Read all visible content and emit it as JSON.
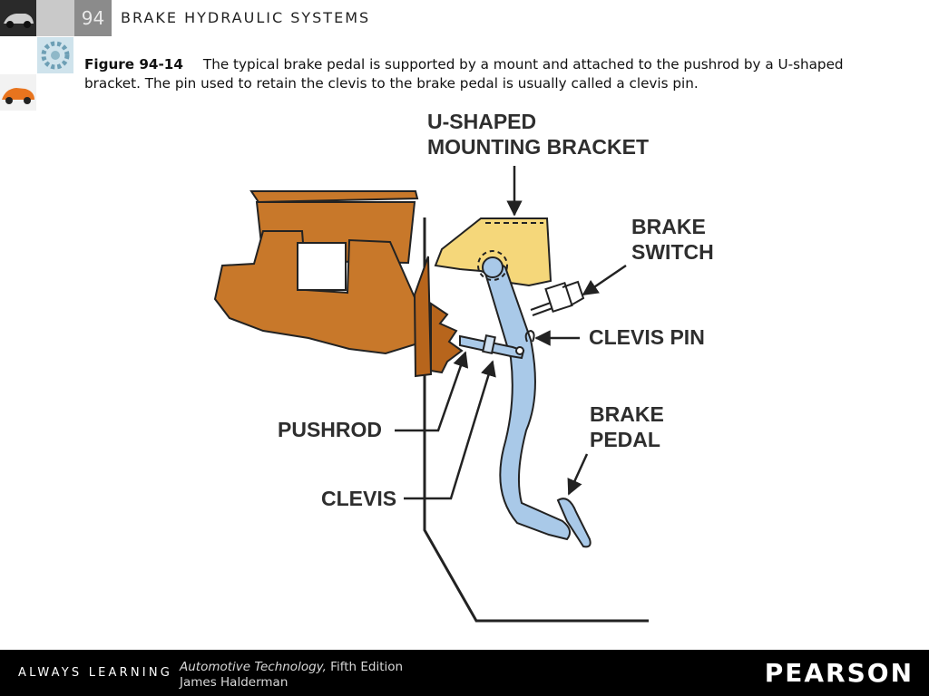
{
  "header": {
    "chapter_number": "94",
    "chapter_title": "BRAKE HYDRAULIC SYSTEMS"
  },
  "caption": {
    "figure_label": "Figure 94-14",
    "text": "The typical brake pedal is supported by a mount and attached to the pushrod by a U-shaped bracket. The pin used to retain the clevis to the brake pedal is usually called a clevis pin."
  },
  "diagram": {
    "labels": {
      "u_shaped_bracket": "U-SHAPED\nMOUNTING BRACKET",
      "brake_switch": "BRAKE\nSWITCH",
      "clevis_pin": "CLEVIS PIN",
      "pushrod": "PUSHROD",
      "brake_pedal": "BRAKE\nPEDAL",
      "clevis": "CLEVIS"
    },
    "colors": {
      "master_cylinder": "#c8782a",
      "bracket": "#f5d77a",
      "pedal": "#a9c9e8",
      "outline": "#222222"
    }
  },
  "footer": {
    "tagline": "ALWAYS LEARNING",
    "book_title": "Automotive Technology,",
    "edition": " Fifth Edition",
    "author": "James Halderman",
    "publisher": "PEARSON"
  }
}
